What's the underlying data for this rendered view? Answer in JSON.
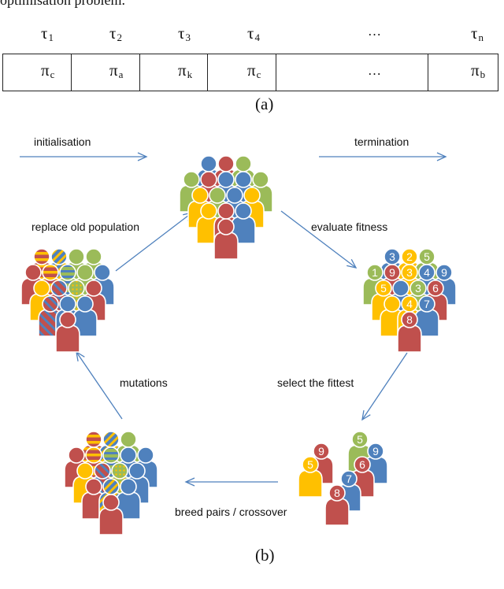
{
  "top_text": "optimisation problem.",
  "header": {
    "cells": [
      {
        "sym": "τ",
        "sub": "1"
      },
      {
        "sym": "τ",
        "sub": "2"
      },
      {
        "sym": "τ",
        "sub": "3"
      },
      {
        "sym": "τ",
        "sub": "4"
      },
      {
        "sym": "…",
        "sub": ""
      },
      {
        "sym": "τ",
        "sub": "n"
      }
    ]
  },
  "row": {
    "cells": [
      {
        "sym": "π",
        "sub": "c"
      },
      {
        "sym": "π",
        "sub": "a"
      },
      {
        "sym": "π",
        "sub": "k"
      },
      {
        "sym": "π",
        "sub": "c"
      },
      {
        "sym": "…",
        "sub": ""
      },
      {
        "sym": "π",
        "sub": "b"
      }
    ]
  },
  "caption_a": "(a)",
  "caption_b": "(b)",
  "labels": {
    "initialisation": "initialisation",
    "termination": "termination",
    "replace": "replace old population",
    "evaluate": "evaluate fitness",
    "select": "select the fittest",
    "mutations": "mutations",
    "breed": "breed pairs / crossover"
  },
  "fitness_numbers": [
    "1",
    "2",
    "3",
    "4",
    "5",
    "6",
    "7",
    "8",
    "9"
  ],
  "colors": {
    "red": "#c0504d",
    "blue": "#4f81bd",
    "green": "#9bbb59",
    "yellow": "#ffc000",
    "arrow": "#4f81bd",
    "outline": "#ffffff"
  }
}
